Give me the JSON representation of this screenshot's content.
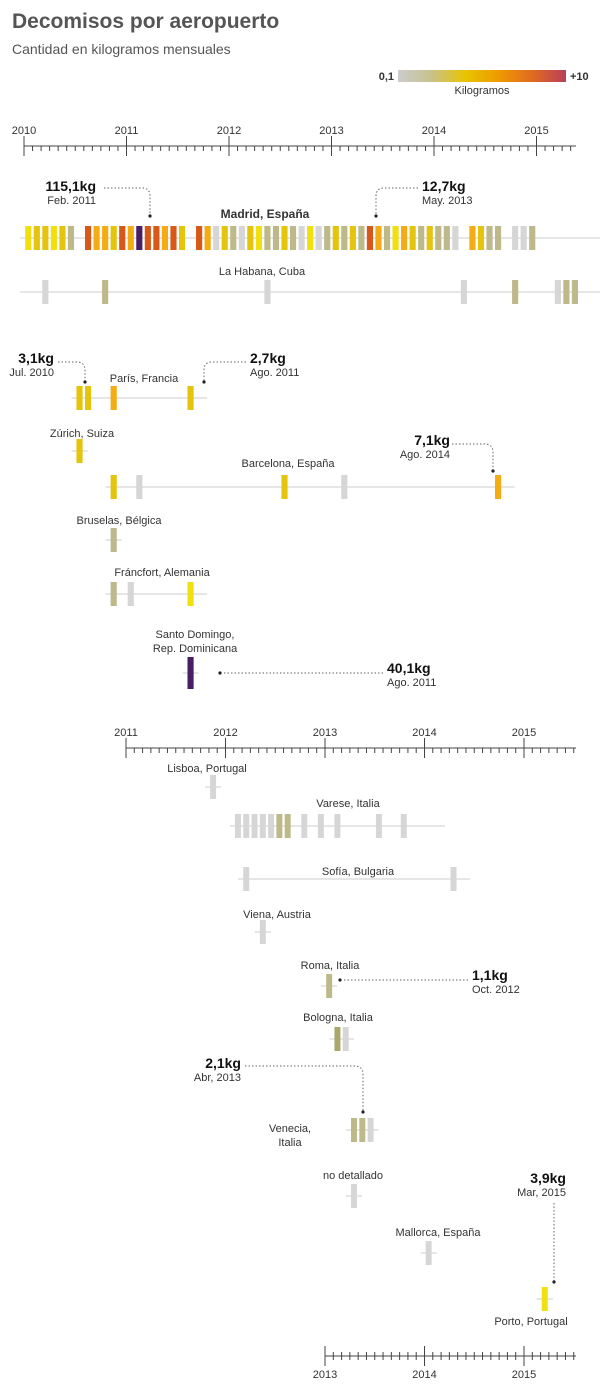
{
  "header": {
    "title": "Decomisos por aeropuerto",
    "subtitle": "Cantidad en kilogramos mensuales"
  },
  "legend": {
    "min_label": "0,1",
    "max_label": "+10",
    "unit_label": "Kilogramos",
    "gradient": [
      "#cccccc",
      "#c8c28c",
      "#e8c400",
      "#ee9a00",
      "#e06a20",
      "#b8405a"
    ]
  },
  "colors": {
    "grey": "#d6d6d6",
    "olive": "#bdb98a",
    "olive_dark": "#a9a86b",
    "yellow": "#f2df10",
    "gold": "#e4c40c",
    "orange": "#f5ab13",
    "dark_orange": "#d8581a",
    "purple": "#4a1e63",
    "axis": "#444444",
    "baseline": "#cccccc",
    "leader": "#666666"
  },
  "chart_data": {
    "type": "timeline-heat-strip",
    "axes": [
      {
        "id": "top",
        "ticks": [
          "2010",
          "2011",
          "2012",
          "2013",
          "2014",
          "2015"
        ]
      },
      {
        "id": "middle",
        "ticks": [
          "2011",
          "2012",
          "2013",
          "2014",
          "2015"
        ]
      },
      {
        "id": "bottom",
        "ticks": [
          "2013",
          "2014",
          "2015"
        ]
      }
    ],
    "airports": [
      {
        "name": "Madrid, España",
        "axis": "top",
        "start": "2010-01",
        "end": "2015-07",
        "months": {
          "2010-01": "yellow",
          "2010-02": "gold",
          "2010-03": "gold",
          "2010-04": "yellow",
          "2010-05": "gold",
          "2010-06": "olive",
          "2010-08": "dark_orange",
          "2010-09": "orange",
          "2010-10": "orange",
          "2010-11": "gold",
          "2010-12": "dark_orange",
          "2011-01": "orange",
          "2011-02": "purple",
          "2011-03": "dark_orange",
          "2011-04": "dark_orange",
          "2011-05": "orange",
          "2011-06": "dark_orange",
          "2011-07": "gold",
          "2011-09": "dark_orange",
          "2011-10": "orange",
          "2011-11": "grey",
          "2011-12": "gold",
          "2012-01": "olive",
          "2012-02": "grey",
          "2012-03": "gold",
          "2012-04": "yellow",
          "2012-05": "olive",
          "2012-06": "olive",
          "2012-07": "gold",
          "2012-08": "olive",
          "2012-09": "grey",
          "2012-10": "yellow",
          "2012-11": "grey",
          "2012-12": "olive",
          "2013-01": "gold",
          "2013-02": "olive",
          "2013-03": "gold",
          "2013-04": "olive",
          "2013-05": "dark_orange",
          "2013-06": "orange",
          "2013-07": "olive",
          "2013-08": "yellow",
          "2013-09": "orange",
          "2013-10": "gold",
          "2013-11": "olive",
          "2013-12": "gold",
          "2014-01": "olive",
          "2014-02": "olive",
          "2014-03": "grey",
          "2014-05": "orange",
          "2014-06": "gold",
          "2014-07": "olive",
          "2014-08": "olive",
          "2014-10": "grey",
          "2014-11": "grey",
          "2014-12": "olive"
        }
      },
      {
        "name": "La Habana, Cuba",
        "axis": "top",
        "start": "2010-01",
        "end": "2015-07",
        "months": {
          "2010-03": "grey",
          "2010-10": "olive",
          "2012-05": "grey",
          "2014-04": "grey",
          "2014-10": "olive",
          "2015-03": "grey",
          "2015-04": "olive",
          "2015-05": "olive"
        }
      },
      {
        "name": "París, Francia",
        "axis": "top",
        "start": "2010-07",
        "end": "2011-09",
        "months": {
          "2010-07": "gold",
          "2010-08": "gold",
          "2010-11": "orange",
          "2011-08": "gold"
        }
      },
      {
        "name": "Zúrich, Suiza",
        "axis": "top",
        "start": "2010-07",
        "end": "2010-07",
        "months": {
          "2010-07": "gold"
        }
      },
      {
        "name": "Barcelona, España",
        "axis": "top",
        "start": "2010-11",
        "end": "2014-09",
        "months": {
          "2010-11": "gold",
          "2011-02": "grey",
          "2012-07": "gold",
          "2013-02": "grey",
          "2014-08": "orange"
        }
      },
      {
        "name": "Bruselas, Bélgica",
        "axis": "top",
        "start": "2010-11",
        "end": "2010-11",
        "months": {
          "2010-11": "olive"
        }
      },
      {
        "name": "Fráncfort, Alemania",
        "axis": "top",
        "start": "2010-11",
        "end": "2011-09",
        "months": {
          "2010-11": "olive",
          "2011-01": "grey",
          "2011-08": "yellow"
        }
      },
      {
        "name": "Santo Domingo, Rep. Dominicana",
        "axis": "top",
        "start": "2011-08",
        "end": "2011-08",
        "months": {
          "2011-08": "purple"
        }
      },
      {
        "name": "Lisboa, Portugal",
        "axis": "middle",
        "start": "2011-11",
        "end": "2011-11",
        "months": {
          "2011-11": "grey"
        }
      },
      {
        "name": "Varese, Italia",
        "axis": "middle",
        "start": "2012-02",
        "end": "2014-02",
        "months": {
          "2012-02": "grey",
          "2012-03": "grey",
          "2012-04": "grey",
          "2012-05": "grey",
          "2012-06": "grey",
          "2012-07": "olive",
          "2012-08": "olive",
          "2012-10": "grey",
          "2012-12": "grey",
          "2013-02": "grey",
          "2013-07": "grey",
          "2013-10": "grey"
        }
      },
      {
        "name": "Sofía, Bulgaria",
        "axis": "middle",
        "start": "2012-03",
        "end": "2014-05",
        "months": {
          "2012-03": "grey",
          "2014-04": "grey"
        }
      },
      {
        "name": "Viena, Austria",
        "axis": "middle",
        "start": "2012-05",
        "end": "2012-05",
        "months": {
          "2012-05": "grey"
        }
      },
      {
        "name": "Roma, Italia",
        "axis": "middle",
        "start": "2013-01",
        "end": "2013-01",
        "months": {
          "2013-01": "olive"
        }
      },
      {
        "name": "Bologna, Italia",
        "axis": "middle",
        "start": "2013-02",
        "end": "2013-03",
        "months": {
          "2013-02": "olive_dark",
          "2013-03": "grey"
        }
      },
      {
        "name": "Venecia, Italia",
        "axis": "middle",
        "start": "2013-04",
        "end": "2013-06",
        "months": {
          "2013-04": "olive",
          "2013-05": "olive",
          "2013-06": "grey"
        }
      },
      {
        "name": "no detallado",
        "axis": "middle",
        "start": "2013-04",
        "end": "2013-04",
        "months": {
          "2013-04": "grey"
        }
      },
      {
        "name": "Mallorca, España",
        "axis": "middle",
        "start": "2014-01",
        "end": "2014-01",
        "months": {
          "2014-01": "grey"
        }
      },
      {
        "name": "Porto, Portugal",
        "axis": "middle",
        "start": "2015-03",
        "end": "2015-03",
        "months": {
          "2015-03": "yellow"
        }
      }
    ],
    "annotations": [
      {
        "value": "115,1kg",
        "date_label": "Feb. 2011",
        "airport": "Madrid, España",
        "month": "2011-02"
      },
      {
        "value": "12,7kg",
        "date_label": "May. 2013",
        "airport": "Madrid, España",
        "month": "2013-05"
      },
      {
        "value": "3,1kg",
        "date_label": "Jul. 2010",
        "airport": "París, Francia",
        "month": "2010-07"
      },
      {
        "value": "2,7kg",
        "date_label": "Ago. 2011",
        "airport": "París, Francia",
        "month": "2011-08"
      },
      {
        "value": "7,1kg",
        "date_label": "Ago. 2014",
        "airport": "Barcelona, España",
        "month": "2014-08"
      },
      {
        "value": "40,1kg",
        "date_label": "Ago. 2011",
        "airport": "Santo Domingo, Rep. Dominicana",
        "month": "2011-08"
      },
      {
        "value": "1,1kg",
        "date_label": "Oct. 2012",
        "airport": "Roma, Italia",
        "month": "2013-01"
      },
      {
        "value": "2,1kg",
        "date_label": "Abr, 2013",
        "airport": "Venecia, Italia",
        "month": "2013-04"
      },
      {
        "value": "3,9kg",
        "date_label": "Mar, 2015",
        "airport": "Porto, Portugal",
        "month": "2015-03"
      }
    ]
  }
}
